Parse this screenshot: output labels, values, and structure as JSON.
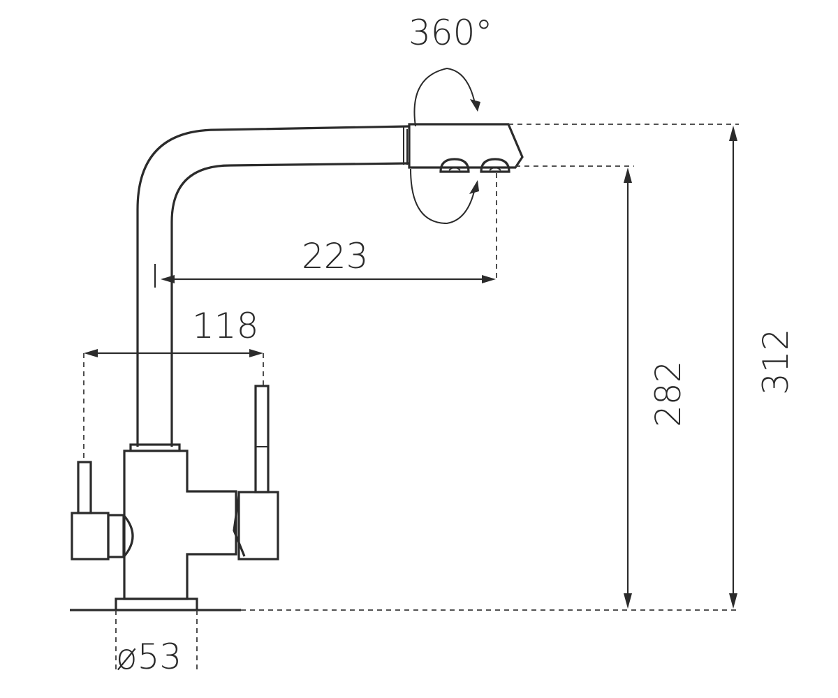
{
  "dimensions": {
    "rotation": "360°",
    "spout_reach": "223",
    "handle_spacing": "118",
    "spout_height": "282",
    "total_height": "312",
    "base_diameter": "ø53"
  }
}
